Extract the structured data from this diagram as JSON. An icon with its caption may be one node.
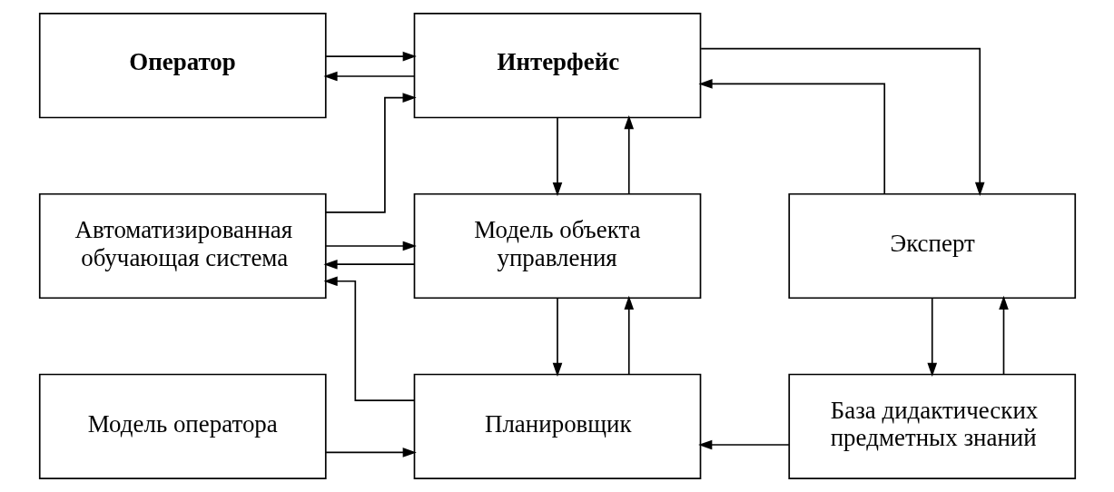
{
  "diagram": {
    "nodes": [
      {
        "text": [
          "Оператор"
        ]
      },
      {
        "text": [
          "Интерфейс"
        ]
      },
      {
        "text": [
          "Автоматизированная обучающая система"
        ]
      },
      {
        "text": [
          "Модель объекта управления"
        ]
      },
      {
        "text": [
          "Эксперт"
        ]
      },
      {
        "text": [
          "Модель оператора"
        ]
      },
      {
        "text": [
          "Планировщик"
        ]
      },
      {
        "text": [
          "База дидактических предметных знаний"
        ]
      }
    ],
    "edges": [
      {
        "from": 0,
        "to": 1,
        "arrow": "to"
      },
      {
        "from": 1,
        "to": 0,
        "arrow": "to"
      },
      {
        "from": 2,
        "to": 1,
        "arrow": "to"
      },
      {
        "from": 2,
        "to": 3,
        "arrow": "to"
      },
      {
        "from": 3,
        "to": 2,
        "arrow": "to"
      },
      {
        "from": 1,
        "to": 3,
        "arrow": "to"
      },
      {
        "from": 3,
        "to": 1,
        "arrow": "to"
      },
      {
        "from": 1,
        "to": 4,
        "arrow": "to"
      },
      {
        "from": 4,
        "to": 1,
        "arrow": "to"
      },
      {
        "from": 3,
        "to": 6,
        "arrow": "to"
      },
      {
        "from": 6,
        "to": 3,
        "arrow": "to"
      },
      {
        "from": 4,
        "to": 7,
        "arrow": "to"
      },
      {
        "from": 7,
        "to": 4,
        "arrow": "to"
      },
      {
        "from": 5,
        "to": 6,
        "arrow": "to"
      },
      {
        "from": 7,
        "to": 6,
        "arrow": "to"
      },
      {
        "from": 6,
        "to": 2,
        "arrow": "to"
      }
    ]
  }
}
